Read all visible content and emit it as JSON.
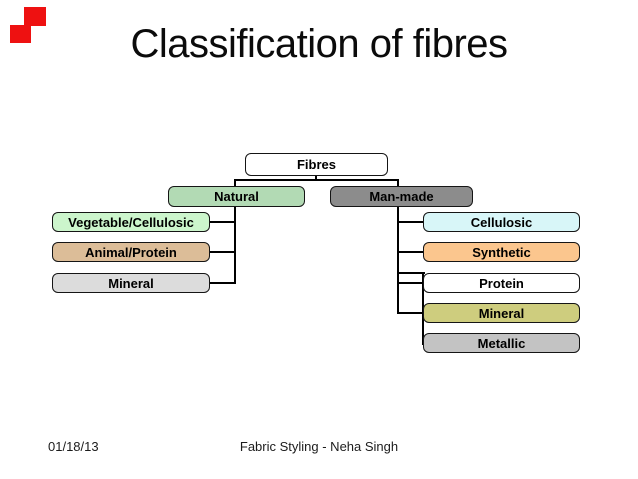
{
  "slide": {
    "title": "Classification of fibres",
    "footer_date": "01/18/13",
    "footer_credit": "Fabric Styling - Neha Singh"
  },
  "decoration": {
    "mark_color": "#ee1111"
  },
  "diagram": {
    "line_color": "#000000",
    "root": {
      "label": "Fibres",
      "fill": "#ffffff"
    },
    "branches": [
      {
        "label": "Natural",
        "fill": "#b2dab4",
        "children": [
          {
            "label": "Vegetable/Cellulosic",
            "fill": "#ccf5cc"
          },
          {
            "label": "Animal/Protein",
            "fill": "#dcbd98"
          },
          {
            "label": "Mineral",
            "fill": "#dcdcdc"
          }
        ]
      },
      {
        "label": "Man-made",
        "fill": "#8c8c8c",
        "children": [
          {
            "label": "Cellulosic",
            "fill": "#d8f6f8"
          },
          {
            "label": "Synthetic",
            "fill": "#fbc68e"
          },
          {
            "label": "Protein",
            "fill": "#ffffff"
          },
          {
            "label": "Mineral",
            "fill": "#cecd7e"
          },
          {
            "label": "Metallic",
            "fill": "#c3c3c3"
          }
        ]
      }
    ]
  }
}
